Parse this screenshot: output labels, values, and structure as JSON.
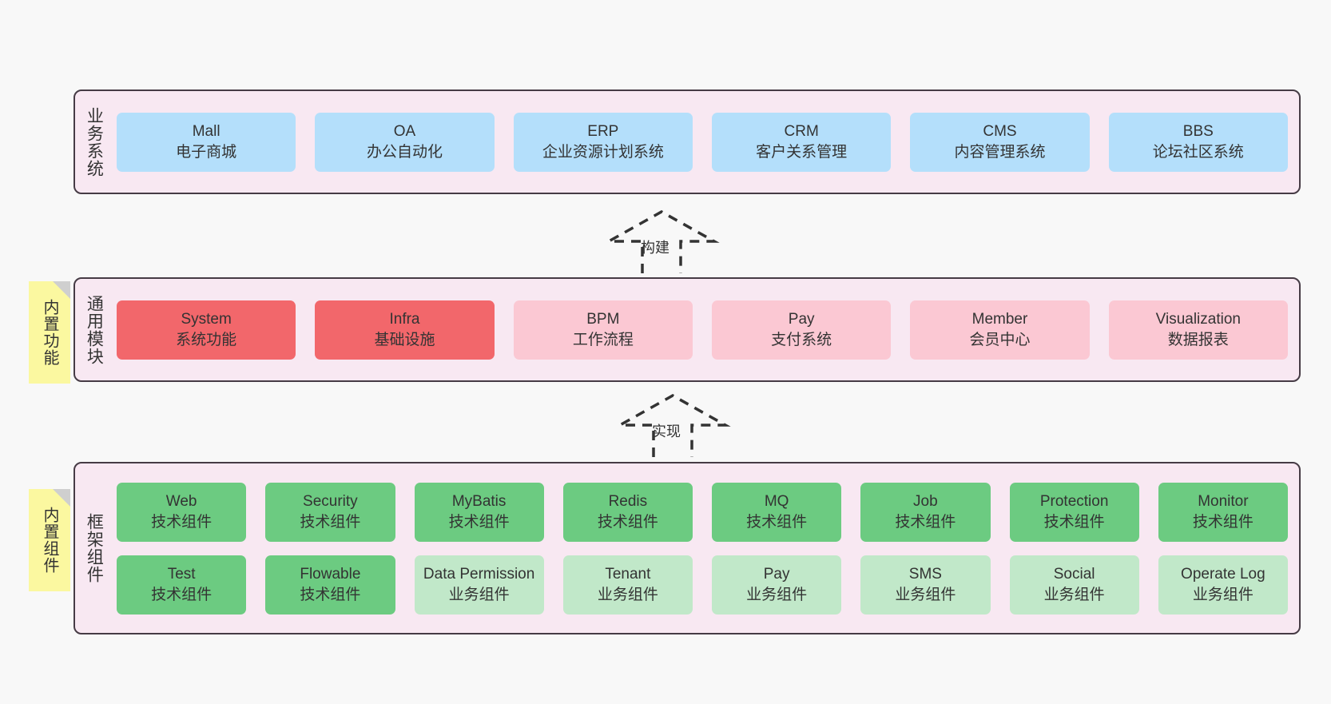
{
  "diagram": {
    "background_color": "#f8f8f8",
    "panel_fill": "#f8e8f2",
    "panel_border": "#463b45",
    "sticky_color": "#fbf8a0",
    "sections": [
      {
        "id": "business-systems",
        "label": "业务系统",
        "rows": [
          [
            {
              "name": "Mall",
              "desc": "电子商城",
              "color": "#b4dffb",
              "style": "c-blue"
            },
            {
              "name": "OA",
              "desc": "办公自动化",
              "color": "#b4dffb",
              "style": "c-blue"
            },
            {
              "name": "ERP",
              "desc": "企业资源计划系统",
              "color": "#b4dffb",
              "style": "c-blue"
            },
            {
              "name": "CRM",
              "desc": "客户关系管理",
              "color": "#b4dffb",
              "style": "c-blue"
            },
            {
              "name": "CMS",
              "desc": "内容管理系统",
              "color": "#b4dffb",
              "style": "c-blue"
            },
            {
              "name": "BBS",
              "desc": "论坛社区系统",
              "color": "#b4dffb",
              "style": "c-blue"
            }
          ]
        ]
      },
      {
        "id": "common-modules",
        "label": "通用模块",
        "sticky": "内置功能",
        "rows": [
          [
            {
              "name": "System",
              "desc": "系统功能",
              "color": "#f2676b",
              "style": "c-red"
            },
            {
              "name": "Infra",
              "desc": "基础设施",
              "color": "#f2676b",
              "style": "c-red"
            },
            {
              "name": "BPM",
              "desc": "工作流程",
              "color": "#fbc8d3",
              "style": "c-pink"
            },
            {
              "name": "Pay",
              "desc": "支付系统",
              "color": "#fbc8d3",
              "style": "c-pink"
            },
            {
              "name": "Member",
              "desc": "会员中心",
              "color": "#fbc8d3",
              "style": "c-pink"
            },
            {
              "name": "Visualization",
              "desc": "数据报表",
              "color": "#fbc8d3",
              "style": "c-pink"
            }
          ]
        ]
      },
      {
        "id": "framework-components",
        "label": "框架组件",
        "sticky": "内置组件",
        "rows": [
          [
            {
              "name": "Web",
              "desc": "技术组件",
              "color": "#6ccb81",
              "style": "c-green"
            },
            {
              "name": "Security",
              "desc": "技术组件",
              "color": "#6ccb81",
              "style": "c-green"
            },
            {
              "name": "MyBatis",
              "desc": "技术组件",
              "color": "#6ccb81",
              "style": "c-green"
            },
            {
              "name": "Redis",
              "desc": "技术组件",
              "color": "#6ccb81",
              "style": "c-green"
            },
            {
              "name": "MQ",
              "desc": "技术组件",
              "color": "#6ccb81",
              "style": "c-green"
            },
            {
              "name": "Job",
              "desc": "技术组件",
              "color": "#6ccb81",
              "style": "c-green"
            },
            {
              "name": "Protection",
              "desc": "技术组件",
              "color": "#6ccb81",
              "style": "c-green"
            },
            {
              "name": "Monitor",
              "desc": "技术组件",
              "color": "#6ccb81",
              "style": "c-green"
            }
          ],
          [
            {
              "name": "Test",
              "desc": "技术组件",
              "color": "#6ccb81",
              "style": "c-green"
            },
            {
              "name": "Flowable",
              "desc": "技术组件",
              "color": "#6ccb81",
              "style": "c-green"
            },
            {
              "name": "Data Permission",
              "desc": "业务组件",
              "color": "#c1e8c9",
              "style": "c-greenlight"
            },
            {
              "name": "Tenant",
              "desc": "业务组件",
              "color": "#c1e8c9",
              "style": "c-greenlight"
            },
            {
              "name": "Pay",
              "desc": "业务组件",
              "color": "#c1e8c9",
              "style": "c-greenlight"
            },
            {
              "name": "SMS",
              "desc": "业务组件",
              "color": "#c1e8c9",
              "style": "c-greenlight"
            },
            {
              "name": "Social",
              "desc": "业务组件",
              "color": "#c1e8c9",
              "style": "c-greenlight"
            },
            {
              "name": "Operate Log",
              "desc": "业务组件",
              "color": "#c1e8c9",
              "style": "c-greenlight"
            }
          ]
        ]
      }
    ],
    "arrows": [
      {
        "id": "arrow-build",
        "label": "构建"
      },
      {
        "id": "arrow-implement",
        "label": "实现"
      }
    ]
  }
}
